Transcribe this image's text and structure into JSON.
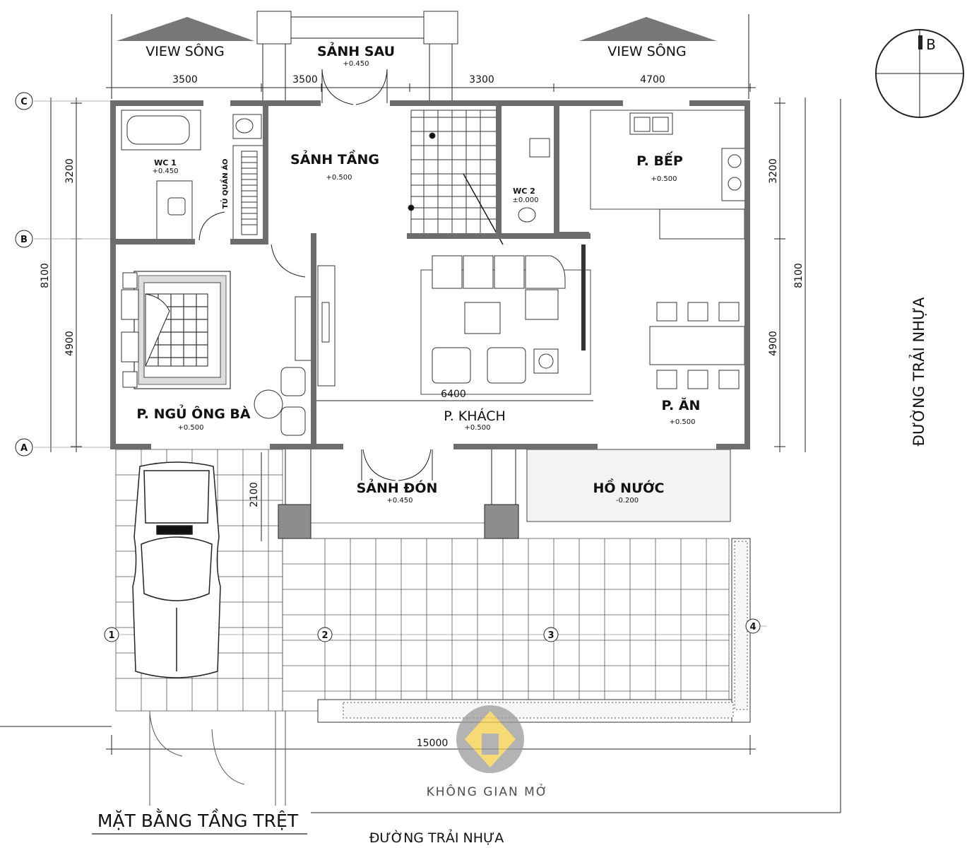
{
  "title": "MẶT BẰNG TẦNG TRỆT",
  "road_bottom": "ĐƯỜNG TRẢI NHỰA",
  "road_right": "ĐƯỜNG TRẢI NHỰA",
  "logo_text": "KHÔNG GIAN MỞ",
  "north_letter": "B",
  "views": {
    "left": "VIEW SÔNG",
    "right": "VIEW SÔNG"
  },
  "rooms": {
    "sanh_sau": {
      "name": "SẢNH SAU",
      "level": "+0.450"
    },
    "sanh_tang": {
      "name": "SẢNH TẦNG",
      "level": "+0.500"
    },
    "wc1": {
      "name": "WC 1",
      "level": "+0.450"
    },
    "tu_quan_ao": {
      "name": "TỦ QUẦN ÁO"
    },
    "wc2": {
      "name": "WC 2",
      "level": "±0.000"
    },
    "bep": {
      "name": "P. BẾP",
      "level": "+0.500"
    },
    "ngu": {
      "name": "P. NGỦ ÔNG BÀ",
      "level": "+0.500"
    },
    "khach": {
      "name": "P. KHÁCH",
      "level": "+0.500"
    },
    "an": {
      "name": "P. ĂN",
      "level": "+0.500"
    },
    "sanh_don": {
      "name": "SẢNH ĐÓN",
      "level": "+0.450"
    },
    "ho_nuoc": {
      "name": "HỒ NƯỚC",
      "level": "-0.200"
    }
  },
  "dimensions": {
    "top": [
      "3500",
      "3500",
      "3300",
      "4700"
    ],
    "left": [
      "3200",
      "4900"
    ],
    "left_total": "8100",
    "right": [
      "3200",
      "4900"
    ],
    "right_total": "8100",
    "bottom_total": "15000",
    "inner": "6400",
    "porch": "2100"
  },
  "axes": {
    "rows": [
      "C",
      "B",
      "A"
    ],
    "cols": [
      "1",
      "2",
      "3",
      "4"
    ]
  }
}
